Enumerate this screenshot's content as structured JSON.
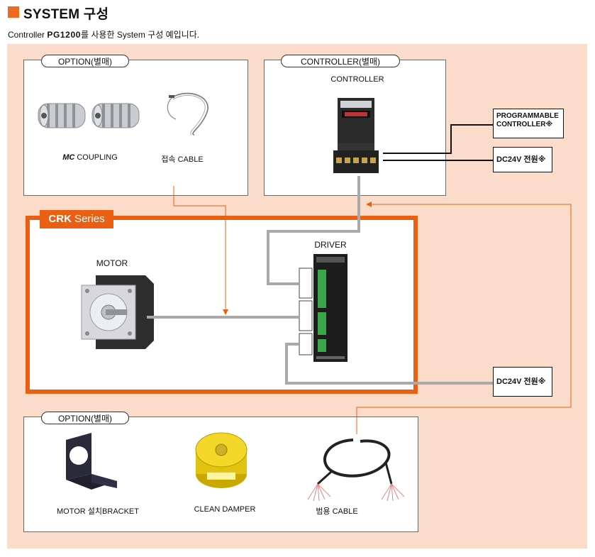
{
  "header": {
    "title": "SYSTEM 구성",
    "subtitle_prefix": "Controller",
    "subtitle_model": "PG1200",
    "subtitle_suffix": "를 사용한 System 구성 예입니다."
  },
  "colors": {
    "accent": "#ea6012",
    "panel": "#fbdccb",
    "cable_gray": "#a9a9a9"
  },
  "option_top": {
    "label": "OPTION(별매)",
    "items": [
      {
        "label_bold": "MC",
        "label": " COUPLING",
        "icon": "coupling-icon"
      },
      {
        "label": "접속 CABLE",
        "icon": "cable-icon"
      }
    ]
  },
  "controller_box": {
    "label": "CONTROLLER(별매)",
    "item": "CONTROLLER"
  },
  "external": {
    "plc": "PROGRAMMABLE CONTROLLER※",
    "plc_line1": "PROGRAMMABLE",
    "plc_line2": "CONTROLLER※",
    "power1": "DC24V 전원※",
    "power2": "DC24V 전원※"
  },
  "crk": {
    "tab_bold": "CRK",
    "tab_rest": " Series",
    "motor": "MOTOR",
    "driver": "DRIVER"
  },
  "option_bottom": {
    "label": "OPTION(별매)",
    "items": [
      {
        "label": "MOTOR 설치BRACKET",
        "icon": "bracket-icon"
      },
      {
        "label": "CLEAN DAMPER",
        "icon": "damper-icon"
      },
      {
        "label": "범용 CABLE",
        "icon": "general-cable-icon"
      }
    ]
  }
}
